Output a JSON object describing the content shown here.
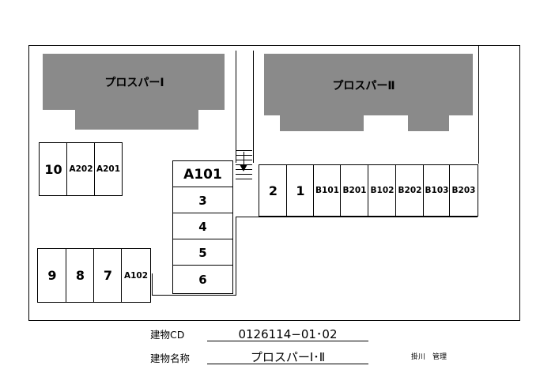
{
  "buildings": {
    "b1": "プロスパーⅠ",
    "b2": "プロスパーⅡ"
  },
  "slots": {
    "group_top_left": [
      "10",
      "A202",
      "A201"
    ],
    "group_bottom_left": [
      "9",
      "8",
      "7",
      "A102"
    ],
    "group_center": [
      "A101",
      "3",
      "4",
      "5",
      "6"
    ],
    "group_right": [
      "2",
      "1",
      "B101",
      "B201",
      "B102",
      "B202",
      "B103",
      "B203"
    ]
  },
  "info": {
    "code_label": "建物CD",
    "code_value": "0126114−01･02",
    "name_label": "建物名称",
    "name_value": "プロスパーⅠ･Ⅱ",
    "manager": "掛川　管理"
  }
}
